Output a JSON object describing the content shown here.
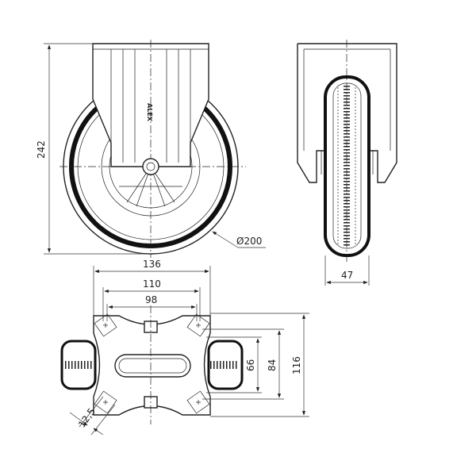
{
  "logo_text": "ALEX",
  "dimensions": {
    "overall_height": "242",
    "wheel_diameter": "Ø200",
    "wheel_width": "47",
    "plate_width": "136",
    "hole_spacing_outer": "110",
    "hole_spacing_inner": "98",
    "plate_length": "116",
    "hole_spacing_long": "84",
    "hole_spacing_short": "66",
    "hole_size": "12,5"
  },
  "colors": {
    "line": "#222222",
    "tire": "#111111"
  }
}
